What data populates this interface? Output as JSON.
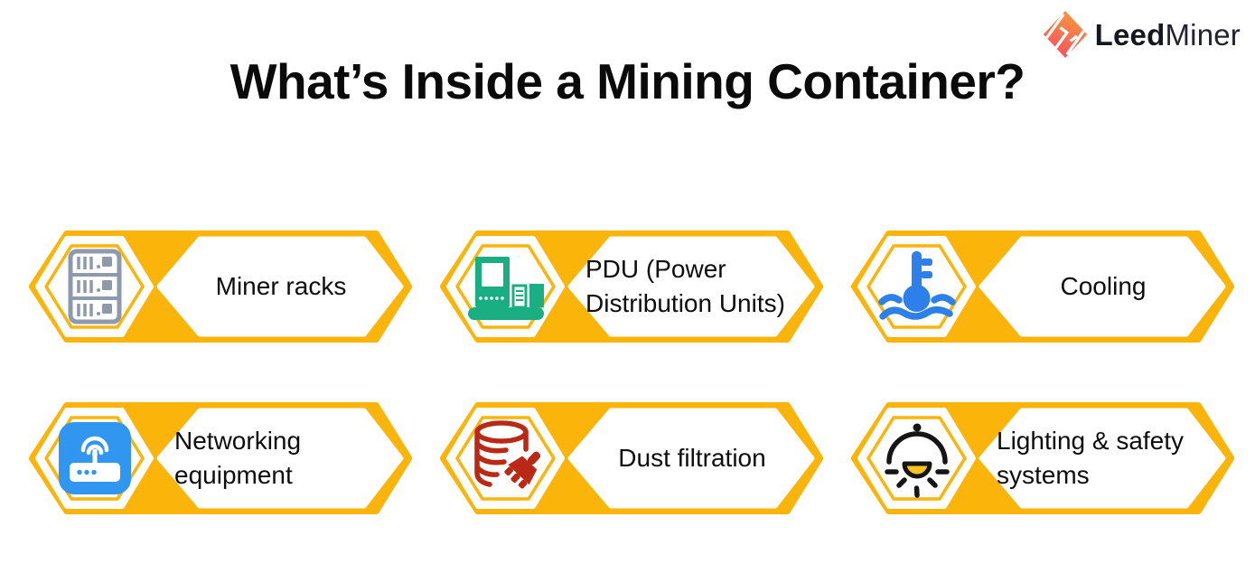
{
  "logo": {
    "brand_bold": "Leed",
    "brand_regular": "Miner",
    "mark": "leedminer-diamond-mark",
    "mark_gradient": {
      "top": "#F89A3A",
      "bottom": "#F24E63"
    }
  },
  "title": "What’s Inside a Mining Container?",
  "items": [
    {
      "label": "Miner racks",
      "icon": "server-rack-icon",
      "icon_color": "#8E99AE"
    },
    {
      "label": "PDU (Power\nDistribution Units)",
      "icon": "pdu-cabinet-icon",
      "icon_color": "#1AAF82"
    },
    {
      "label": "Cooling",
      "icon": "coolant-thermometer-icon",
      "icon_color": "#2D7FE9"
    },
    {
      "label": "Networking\nequipment",
      "icon": "wifi-router-icon",
      "icon_color": "#3096EF"
    },
    {
      "label": "Dust filtration",
      "icon": "dust-cleaning-icon",
      "icon_color": "#B92A16"
    },
    {
      "label": "Lighting & safety\nsystems",
      "icon": "pendant-lamp-icon",
      "icon_color": "#151515"
    }
  ],
  "colors": {
    "accent_yellow": "#FAB40A",
    "background": "#FFFFFF",
    "text": "#0D0D0D",
    "lamp_glow": "#F7C220"
  }
}
